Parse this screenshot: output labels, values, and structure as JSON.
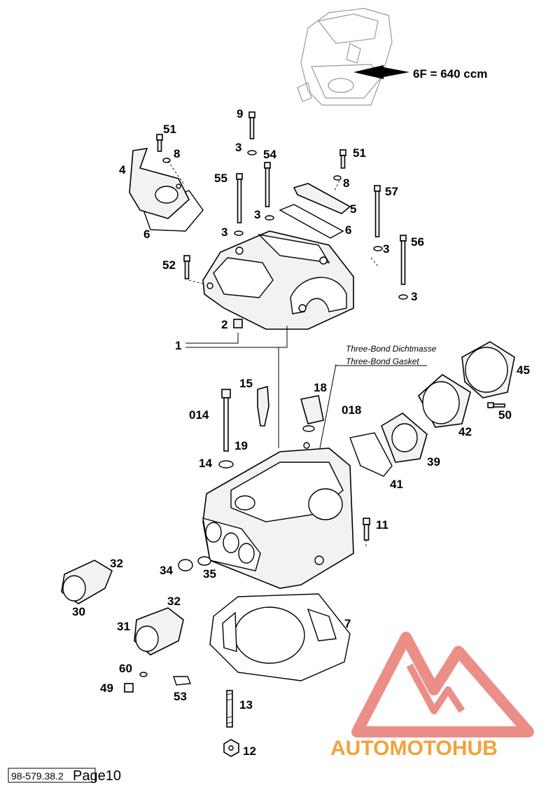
{
  "diagram": {
    "variant_note": "6F = 640 ccm",
    "sealant_note_de": "Three-Bond Dichtmasse",
    "sealant_note_en": "Three-Bond Gasket",
    "part_labels": {
      "p9": "9",
      "p3a": "3",
      "p54": "54",
      "p51a": "51",
      "p8a": "8",
      "p4": "4",
      "p6a": "6",
      "p55": "55",
      "p3b": "3",
      "p3c": "3",
      "p51b": "51",
      "p8b": "8",
      "p57": "57",
      "p5": "5",
      "p6b": "6",
      "p56": "56",
      "p3d": "3",
      "p3e": "3",
      "p52": "52",
      "p2": "2",
      "p1": "1",
      "p45": "45",
      "p15": "15",
      "p18": "18",
      "p018": "018",
      "p014": "014",
      "p50": "50",
      "p42": "42",
      "p19": "19",
      "p14": "14",
      "p39": "39",
      "p41": "41",
      "p11": "11",
      "p32a": "32",
      "p34": "34",
      "p35": "35",
      "p30": "30",
      "p32b": "32",
      "p31": "31",
      "p7": "7",
      "p60": "60",
      "p49": "49",
      "p53": "53",
      "p13": "13",
      "p12": "12"
    },
    "drawing_number": "98-579.38.2",
    "page_label": "Page10",
    "watermark_text": "AUTOMOTOHUB",
    "colors": {
      "ink": "#000000",
      "watermark_red": "#e0443a",
      "watermark_orange": "#f2a23a",
      "watermark_grey": "#8a8a8a"
    }
  }
}
